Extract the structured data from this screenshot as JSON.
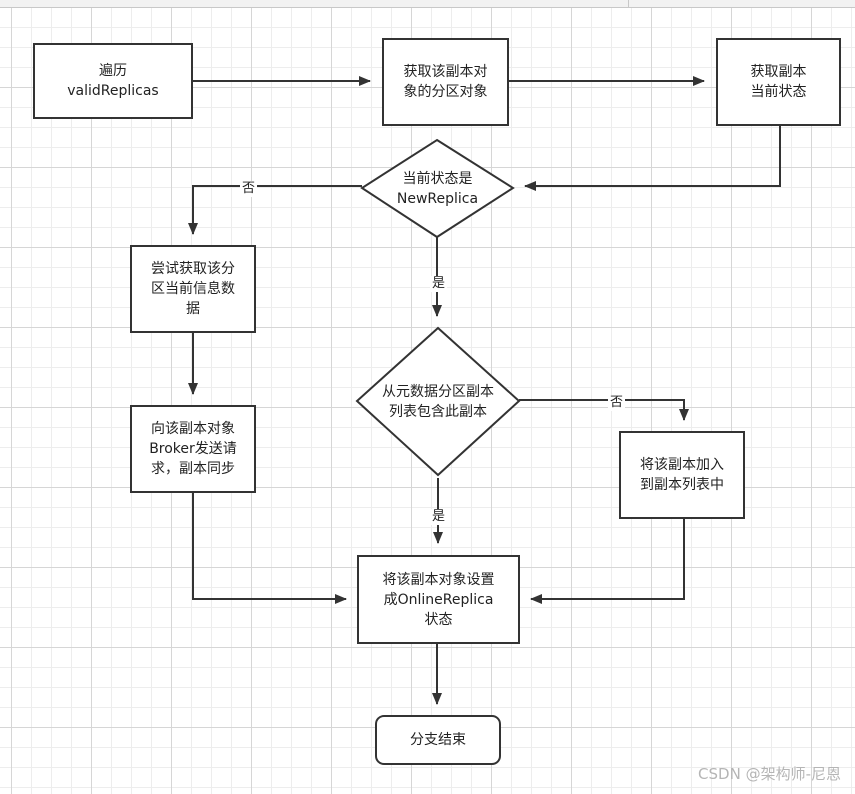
{
  "nodes": {
    "traverse": "遍历\nvalidReplicas",
    "get_partition": "获取该副本对\n象的分区对象",
    "get_state": "获取副本\n当前状态",
    "is_new_replica": "当前状态是\nNewReplica",
    "try_get_partition_info": "尝试获取该分\n区当前信息数\n据",
    "metadata_contains": "从元数据分区副本\n列表包含此副本",
    "send_request": "向该副本对象\nBroker发送请\n求，副本同步",
    "add_to_list": "将该副本加入\n到副本列表中",
    "set_online": "将该副本对象设置\n成OnlineReplica\n状态",
    "branch_end": "分支结束"
  },
  "edge_labels": {
    "no_1": "否",
    "yes_1": "是",
    "no_2": "否",
    "yes_2": "是"
  },
  "watermark": "CSDN @架构师-尼恩"
}
